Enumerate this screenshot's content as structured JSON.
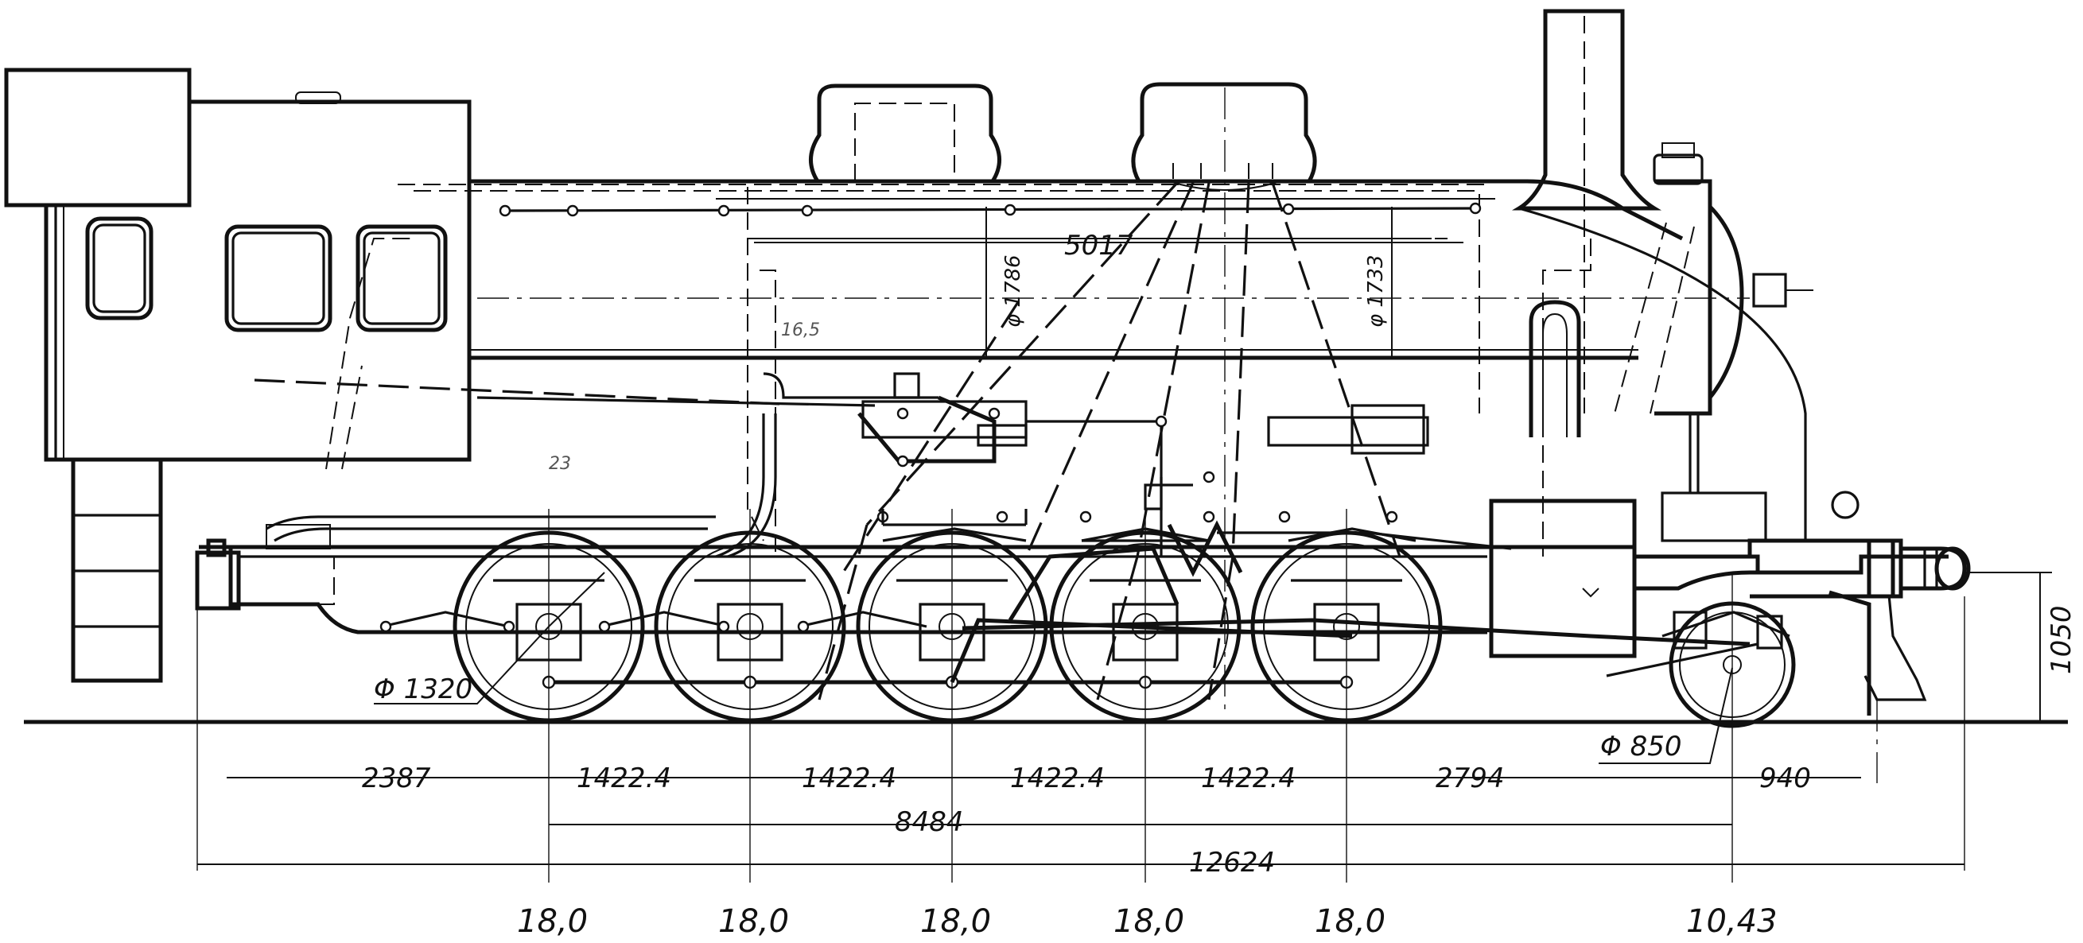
{
  "diagram": {
    "dimensions": {
      "wheel_drivers": "Φ 1320",
      "wheel_pony": "Φ 850",
      "coupler_height": "1050",
      "boiler_length": "5017",
      "boiler_diam_rear": "φ 1786",
      "boiler_diam_front": "φ 1733",
      "spans": [
        "2387",
        "1422.4",
        "1422.4",
        "1422.4",
        "1422.4",
        "2794",
        "940"
      ],
      "wheelbase": "8484",
      "overall_length": "12624"
    },
    "axle_loads": [
      "18,0",
      "18,0",
      "18,0",
      "18,0",
      "18,0",
      "10,43"
    ],
    "notes": [
      "16,5",
      "23"
    ]
  }
}
